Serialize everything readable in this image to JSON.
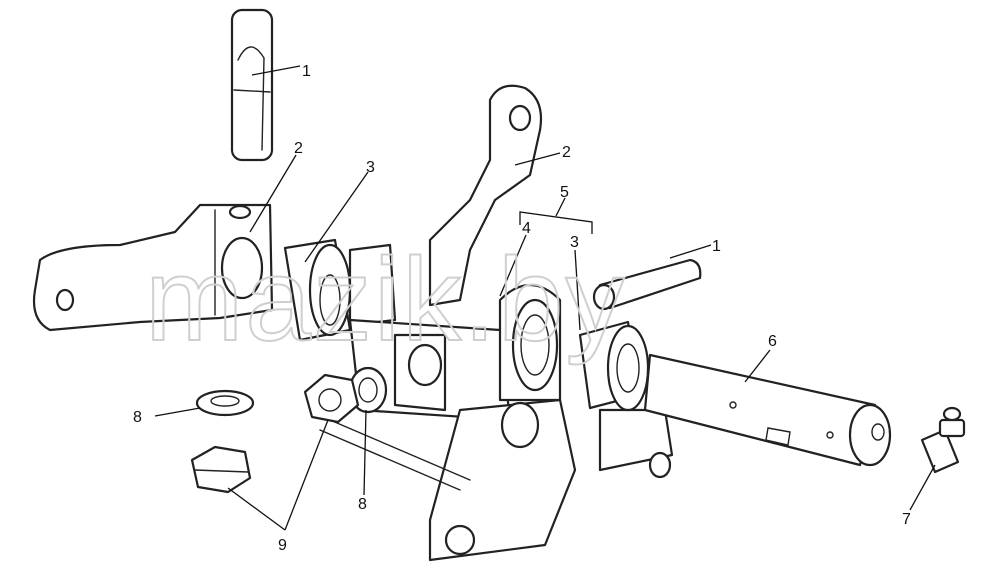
{
  "watermark": "mazik.by",
  "callouts": {
    "pin_top": "1",
    "pin_right": "1",
    "arm_left": "2",
    "arm_right": "2",
    "bushing_left": "3",
    "bushing_right": "3",
    "bushing_mid": "4",
    "assembly": "5",
    "shaft": "6",
    "grease_fitting": "7",
    "washer_left": "8",
    "washer_mid": "8",
    "nuts": "9"
  }
}
